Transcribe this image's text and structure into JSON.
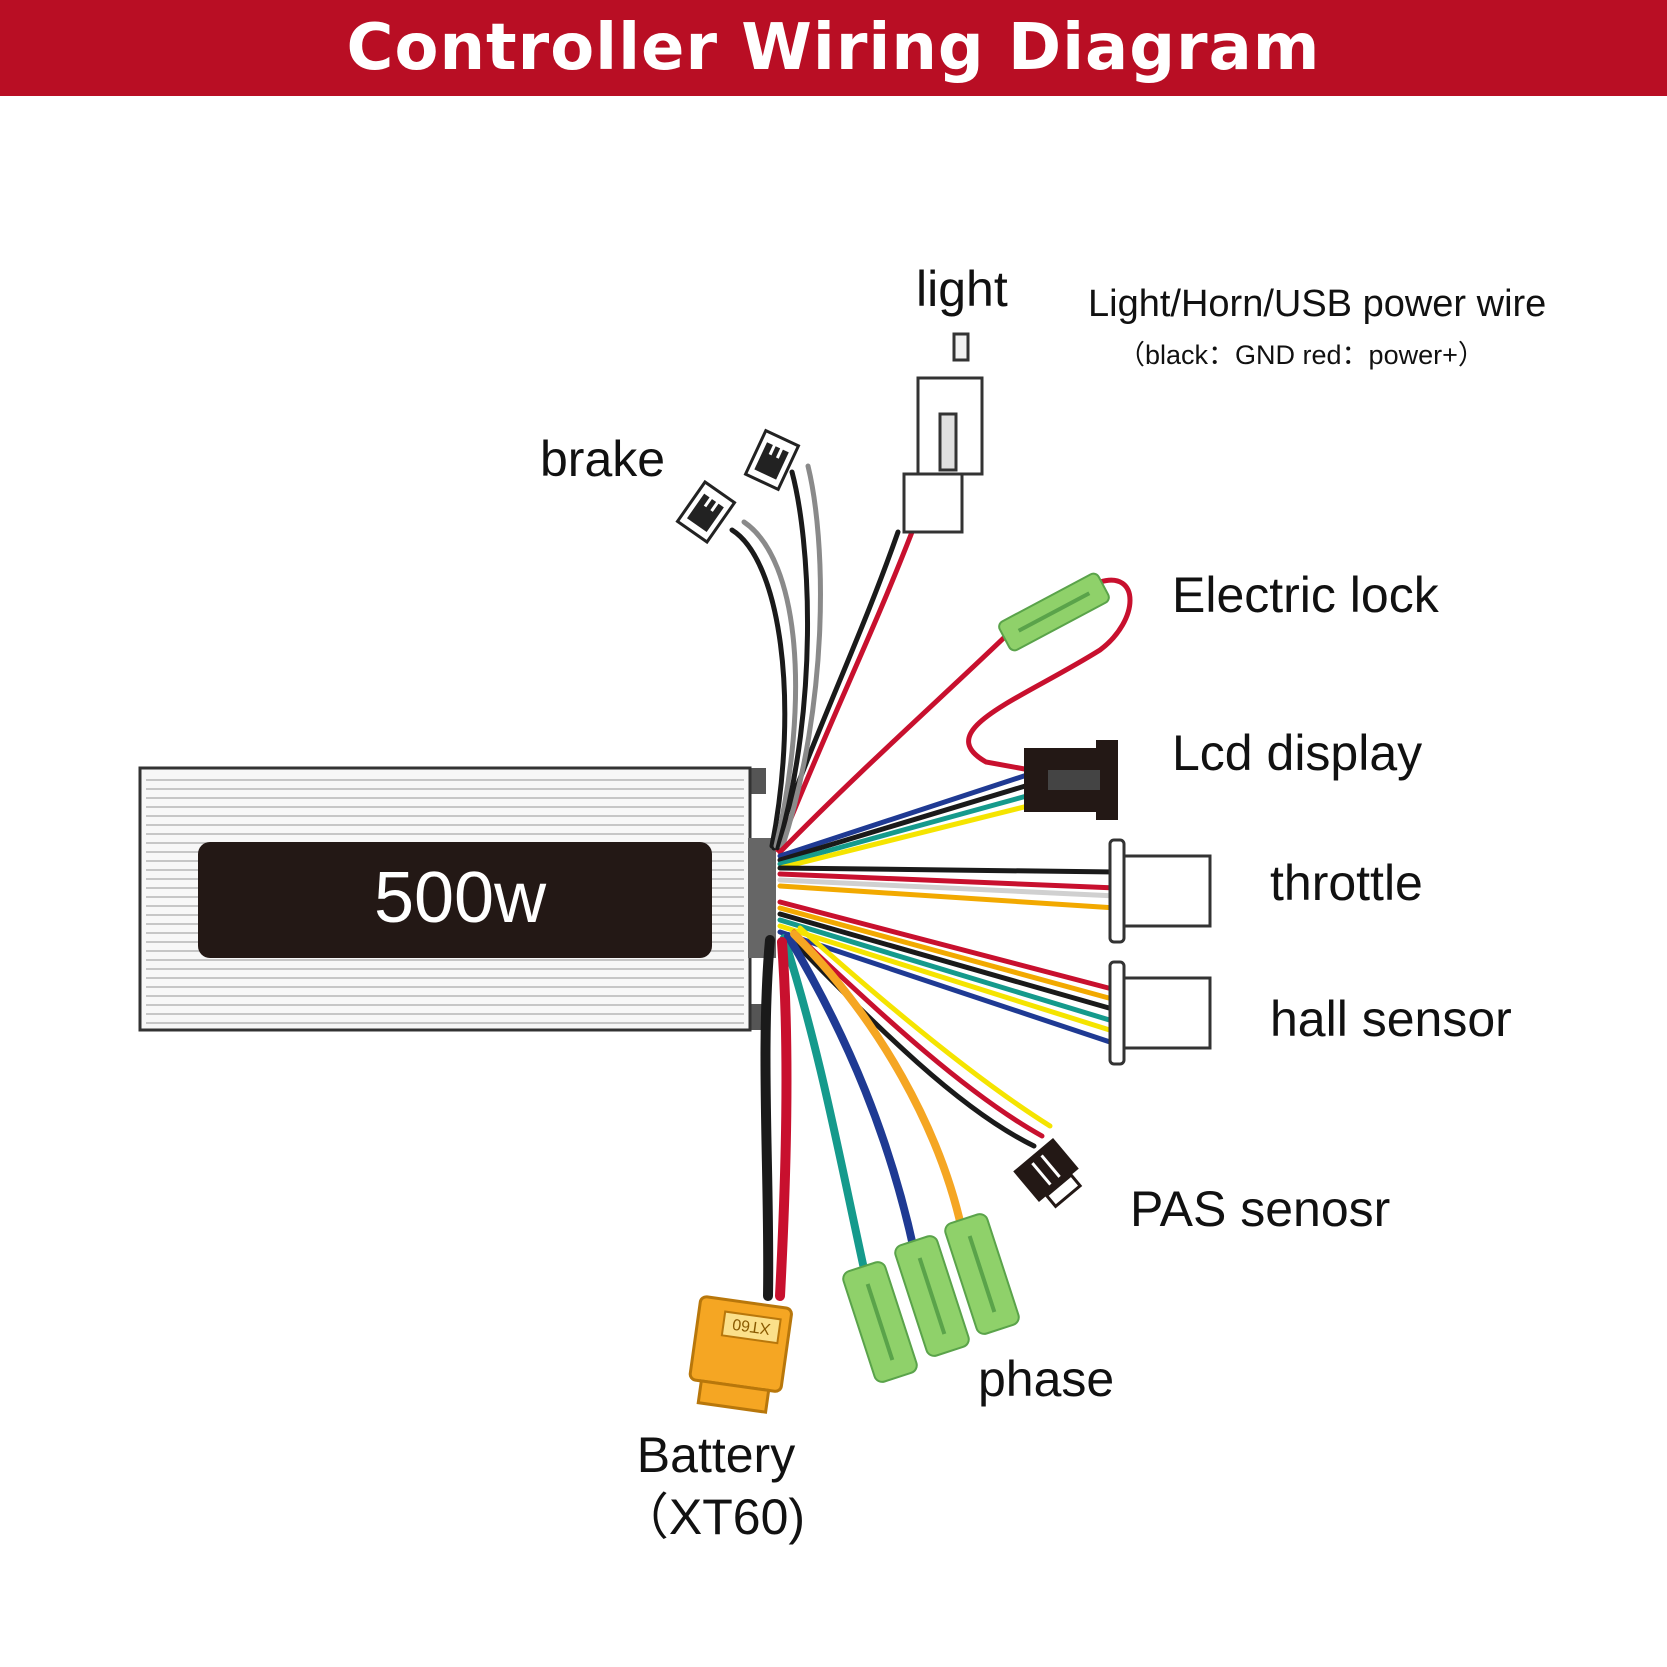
{
  "title": "Controller Wiring Diagram",
  "controller": {
    "label": "500w"
  },
  "labels": {
    "light": "light",
    "power_wire": "Light/Horn/USB power wire",
    "power_wire_note": "（black：GND red：power+）",
    "brake": "brake",
    "electric_lock": "Electric lock",
    "lcd_display": "Lcd display",
    "throttle": "throttle",
    "hall_sensor": "hall sensor",
    "pas_sensor": "PAS senosr",
    "phase": "phase",
    "battery": "Battery",
    "battery_connector": "（XT60)"
  },
  "connector_text": {
    "xt60": "XT60"
  },
  "colors": {
    "banner": "#b90e24",
    "black": "#1a1a1a",
    "red": "#c8102e",
    "gray": "#8a8a8a",
    "white_wire": "#d0d0d0",
    "blue": "#1f3a93",
    "green": "#159a8c",
    "yellow": "#f5e400",
    "orange": "#f2a900",
    "connector_green": "#8fd16a",
    "connector_orange": "#f5a623"
  }
}
